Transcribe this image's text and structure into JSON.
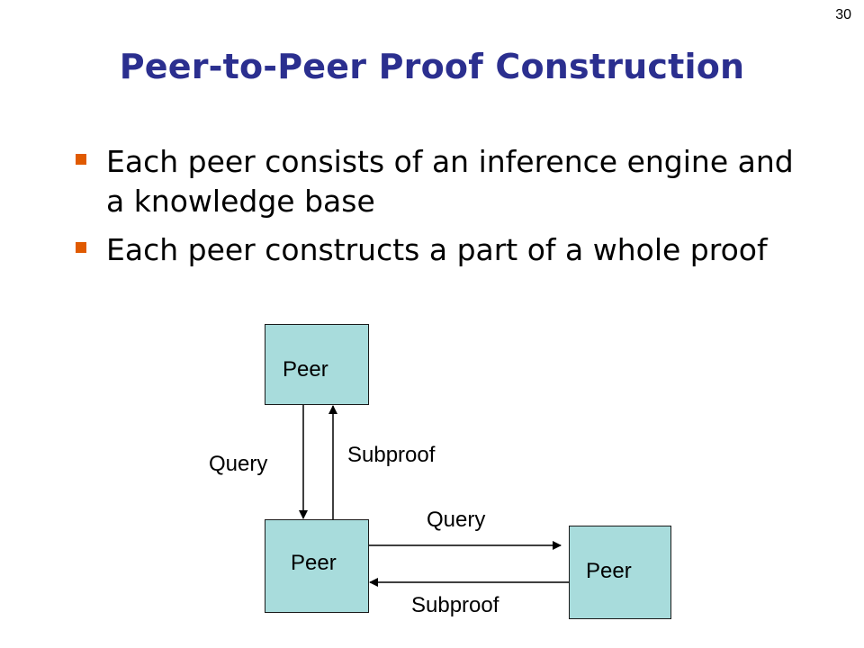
{
  "slide": {
    "page_number": "30",
    "title": "Peer-to-Peer Proof Construction",
    "bullets": [
      "Each peer consists of an inference engine and a knowledge base",
      "Each peer constructs a part of a whole proof"
    ],
    "accent_color": "#e05a00",
    "title_color": "#2b2f8f"
  },
  "diagram": {
    "peer_fill": "#a8dcdc",
    "peers": [
      {
        "label": "Peer"
      },
      {
        "label": "Peer"
      },
      {
        "label": "Peer"
      }
    ],
    "edges": [
      {
        "label": "Query",
        "from": "top-peer",
        "to": "bottom-left-peer"
      },
      {
        "label": "Subproof",
        "from": "bottom-left-peer",
        "to": "top-peer"
      },
      {
        "label": "Query",
        "from": "bottom-left-peer",
        "to": "bottom-right-peer"
      },
      {
        "label": "Subproof",
        "from": "bottom-right-peer",
        "to": "bottom-left-peer"
      }
    ]
  }
}
